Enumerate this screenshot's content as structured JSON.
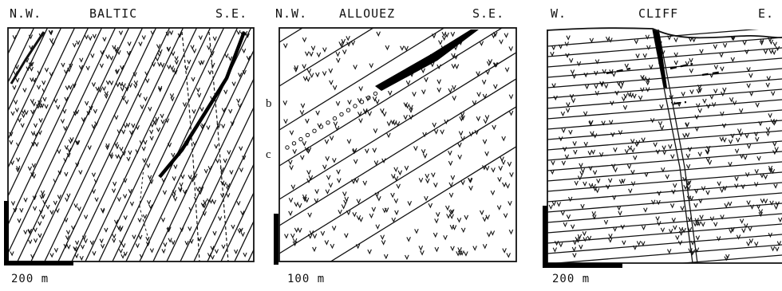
{
  "panels": [
    {
      "left_label": "N.W.",
      "title": "BALTIC",
      "right_label": "S.E.",
      "scale": "200 m"
    },
    {
      "left_label": "N.W.",
      "title": "ALLOUEZ",
      "right_label": "S.E.",
      "scale": "100 m",
      "side_labels": [
        "b",
        "c"
      ]
    },
    {
      "left_label": "W.",
      "title": "CLIFF",
      "right_label": "E.",
      "scale": "200 m"
    }
  ]
}
